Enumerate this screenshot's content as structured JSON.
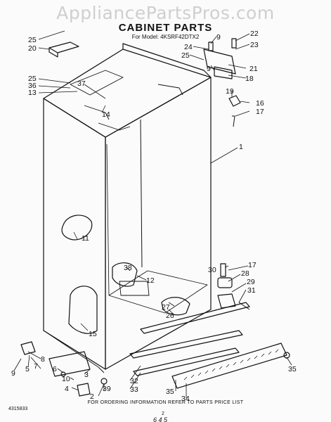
{
  "watermark": "AppliancePartsPros.com",
  "title": "CABINET PARTS",
  "model_line": "For Model: 4KSRF42DTX2",
  "footer_note": "FOR ORDERING INFORMATION REFER TO PARTS PRICE LIST",
  "doc_number": "4315833",
  "page_number": "2",
  "page_mark": "6 4 5",
  "callouts": {
    "c25a": "25",
    "c20": "20",
    "c25b": "25",
    "c36": "36",
    "c13": "13",
    "c37": "37",
    "c14": "14",
    "c9a": "9",
    "c22": "22",
    "c24": "24",
    "c23": "23",
    "c25c": "25",
    "c9b": "9",
    "c21": "21",
    "c18": "18",
    "c19": "19",
    "c16": "16",
    "c17a": "17",
    "c1": "1",
    "c11": "11",
    "c38": "38",
    "c12": "12",
    "c30": "30",
    "c17b": "17",
    "c28": "28",
    "c29": "29",
    "c31": "31",
    "c27": "27",
    "c26": "26",
    "c15": "15",
    "c8": "8",
    "c7": "7",
    "c5": "5",
    "c9c": "9",
    "c6": "6",
    "c10": "10",
    "c4": "4",
    "c3": "3",
    "c2": "2",
    "c39": "39",
    "c32": "32",
    "c33": "33",
    "c35a": "35",
    "c34": "34",
    "c35b": "35"
  }
}
